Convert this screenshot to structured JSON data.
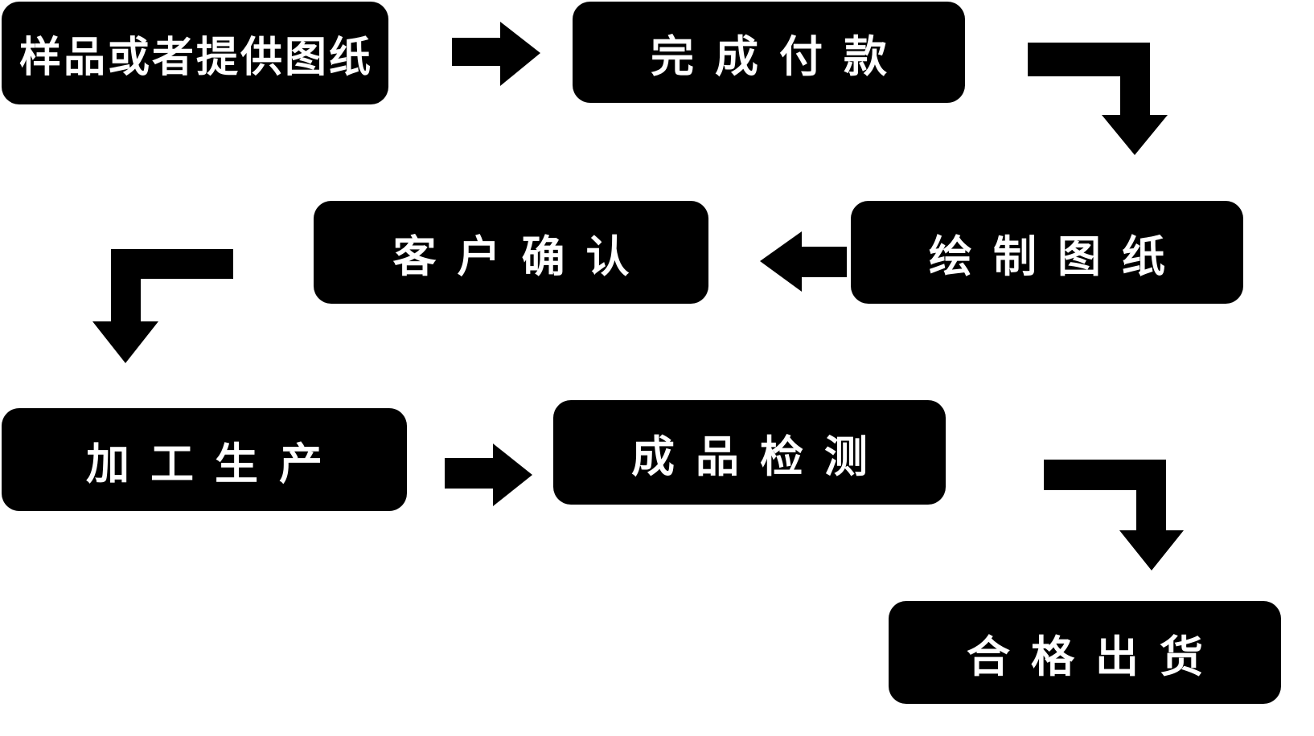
{
  "diagram": {
    "background_color": "#ffffff",
    "node_fill_color": "#000000",
    "node_text_color": "#ffffff",
    "arrow_color": "#000000",
    "nodes": [
      {
        "id": "sample",
        "label": "样品或者提供图纸"
      },
      {
        "id": "payment",
        "label": "完成付款"
      },
      {
        "id": "drawing",
        "label": "绘制图纸"
      },
      {
        "id": "confirm",
        "label": "客户确认"
      },
      {
        "id": "production",
        "label": "加工生产"
      },
      {
        "id": "inspection",
        "label": "成品检测"
      },
      {
        "id": "shipment",
        "label": "合格出货"
      }
    ],
    "edges": [
      {
        "from": "样品或者提供图纸",
        "to": "完成付款",
        "style": "straight-right"
      },
      {
        "from": "完成付款",
        "to": "绘制图纸",
        "style": "elbow-right-then-down"
      },
      {
        "from": "绘制图纸",
        "to": "客户确认",
        "style": "straight-left"
      },
      {
        "from": "客户确认",
        "to": "加工生产",
        "style": "elbow-left-then-down"
      },
      {
        "from": "加工生产",
        "to": "成品检测",
        "style": "straight-right"
      },
      {
        "from": "成品检测",
        "to": "合格出货",
        "style": "elbow-right-then-down"
      }
    ]
  }
}
